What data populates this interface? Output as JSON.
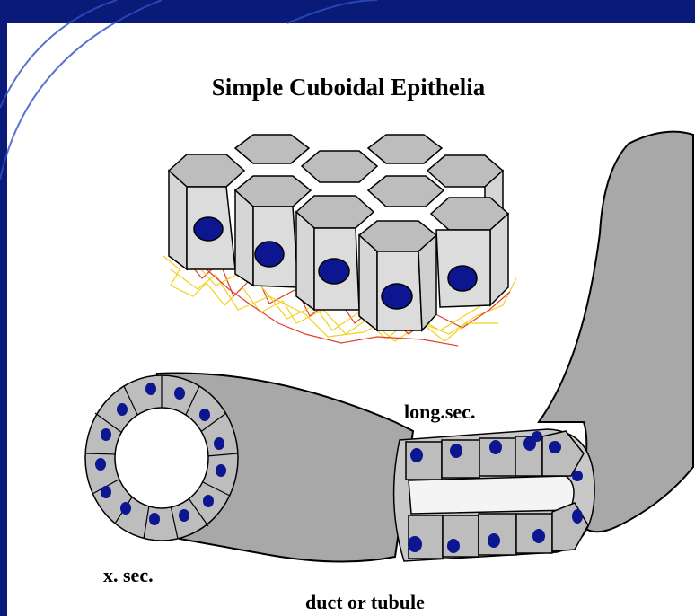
{
  "diagram": {
    "title": "Simple Cuboidal Epithelia",
    "labels": {
      "longitudinal_section": "long.sec.",
      "cross_section": "x. sec.",
      "duct": "duct or tubule"
    }
  },
  "colors": {
    "background": "#0a1a78",
    "panel": "#ffffff",
    "cell_top": "#bdbdbd",
    "cell_side": "#d6d6d6",
    "nucleus": "#0c1690",
    "tube": "#a8a8a8",
    "fibers_red": "#e0402a",
    "fibers_yellow": "#f2d21e"
  }
}
